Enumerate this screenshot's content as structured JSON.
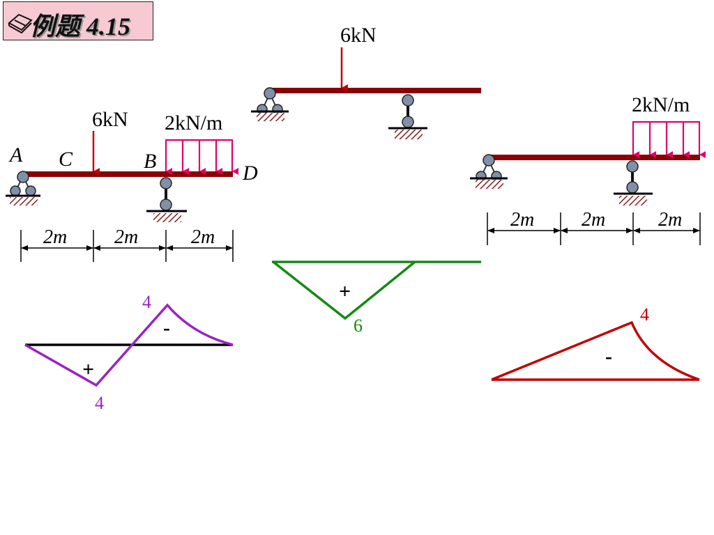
{
  "title": "例题 4.15",
  "beam1": {
    "point_load": "6kN",
    "distributed_load": "2kN/m",
    "labels": {
      "A": "A",
      "C": "C",
      "B": "B",
      "D": "D"
    },
    "dimensions": [
      "2m",
      "2m",
      "2m"
    ]
  },
  "beam2": {
    "point_load": "6kN"
  },
  "beam3": {
    "distributed_load": "2kN/m",
    "dimensions": [
      "2m",
      "2m",
      "2m"
    ]
  },
  "diagram_left": {
    "top_value": "4",
    "bottom_value": "4",
    "sign_top": "-",
    "sign_bottom": "+"
  },
  "diagram_middle": {
    "value": "6",
    "sign": "+"
  },
  "diagram_right": {
    "value": "4",
    "sign": "-"
  },
  "colors": {
    "beam": "#8b0000",
    "load": "#c00000",
    "dist_load": "#e0006a",
    "support": "#8090a8",
    "hatch": "#8b1a1a",
    "diagram_left": "#9a22c4",
    "diagram_middle": "#128a12",
    "diagram_right": "#c00000"
  }
}
